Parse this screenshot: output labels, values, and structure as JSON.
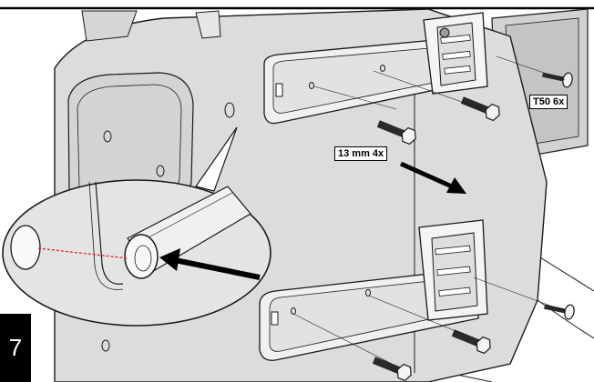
{
  "callouts": {
    "torx": "T50 6x",
    "socket": "13 mm 4x"
  },
  "step": {
    "number": "7"
  },
  "colors": {
    "panel": "#dcdcdc",
    "panel_shadow": "#c8c8c8",
    "bracket": "#f2f2f2",
    "outline": "#1a1a1a",
    "guide_line": "#e8141e"
  }
}
